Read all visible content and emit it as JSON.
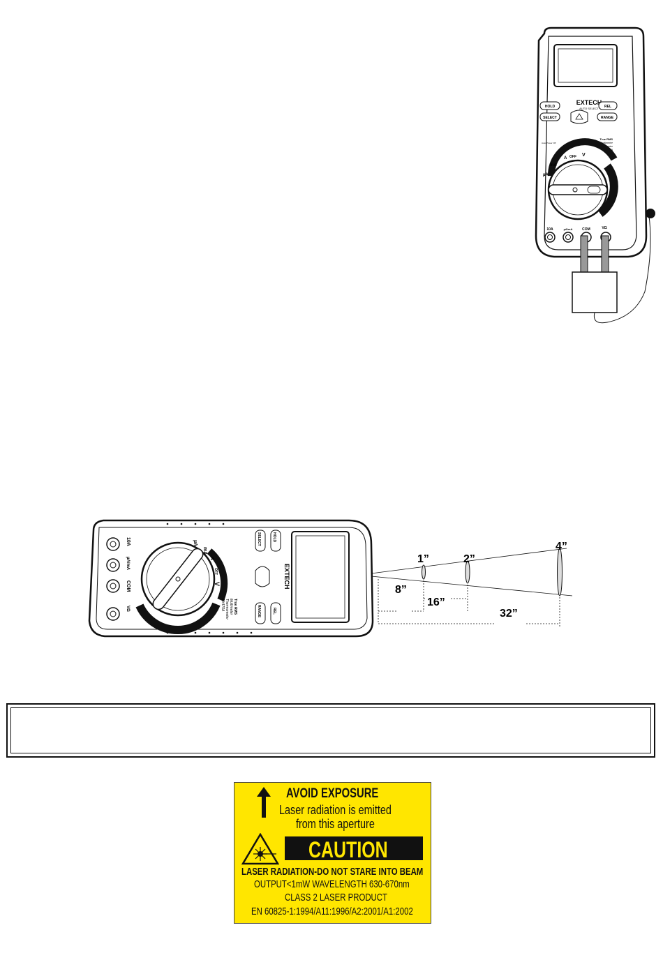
{
  "top_meter": {
    "brand": "EXTECH",
    "brand_sub": "AUTO SELECT",
    "buttons": [
      "HOLD",
      "REL",
      "SELECT",
      "RANGE"
    ],
    "model_lines": [
      "True RMS",
      "Multimeter",
      "Thermometer",
      "EX470A"
    ],
    "auto_power": "Auto Power Off",
    "dial_labels": [
      "µA",
      "mA",
      "A",
      "OFF",
      "V"
    ],
    "jacks": [
      "10A",
      "µA/mA",
      "COM",
      "VΩ"
    ]
  },
  "side_meter": {
    "brand": "EXTECH",
    "buttons": [
      "HOLD",
      "SELECT",
      "RANGE",
      "REL"
    ],
    "model_lines": [
      "True RMS",
      "Multimeter",
      "Thermometer",
      "EX470A"
    ],
    "dial_labels": [
      "µA",
      "mA",
      "A",
      "OFF",
      "V"
    ],
    "jacks": [
      "10A",
      "µA/mA",
      "COM",
      "VΩ"
    ]
  },
  "laser_diagram": {
    "spot_sizes": [
      "1”",
      "2”",
      "4”"
    ],
    "distances": [
      "8”",
      "16”",
      "32”"
    ]
  },
  "caution_label": {
    "heading": "AVOID EXPOSURE",
    "line1": "Laser radiation is emitted",
    "line2": "from this aperture",
    "caution": "CAUTION",
    "warning": "LASER RADIATION-DO NOT STARE INTO BEAM",
    "output": "OUTPUT<1mW WAVELENGTH 630-670nm",
    "class": "CLASS 2  LASER PRODUCT",
    "standard": "EN 60825-1:1994/A11:1996/A2:2001/A1:2002",
    "background_color": "#ffe600"
  }
}
